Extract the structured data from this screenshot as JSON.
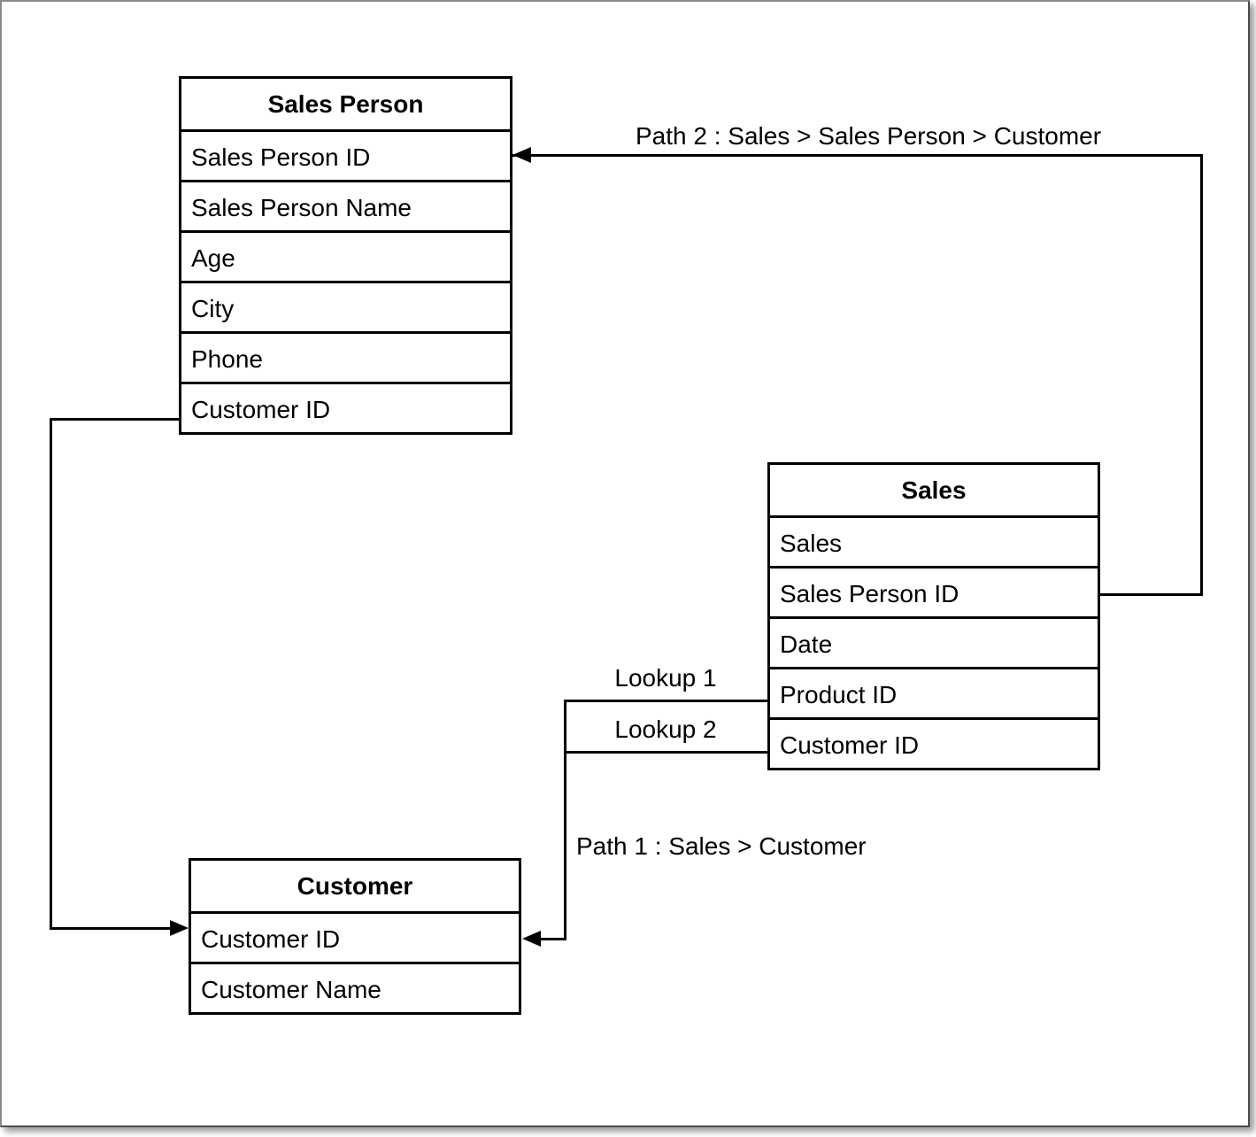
{
  "diagram": {
    "tables": {
      "sales_person": {
        "title": "Sales Person",
        "rows": [
          "Sales Person ID",
          "Sales Person Name",
          "Age",
          "City",
          "Phone",
          "Customer ID"
        ]
      },
      "sales": {
        "title": "Sales",
        "rows": [
          "Sales",
          "Sales Person ID",
          "Date",
          "Product ID",
          "Customer ID"
        ]
      },
      "customer": {
        "title": "Customer",
        "rows": [
          "Customer ID",
          "Customer Name"
        ]
      }
    },
    "annotations": {
      "path2": "Path 2 : Sales > Sales Person > Customer",
      "path1": "Path 1 : Sales > Customer",
      "lookup1": "Lookup 1",
      "lookup2": "Lookup 2"
    },
    "colors": {
      "line": "#000000",
      "canvas": "#ffffff",
      "frame": "#8a8a8a"
    }
  }
}
